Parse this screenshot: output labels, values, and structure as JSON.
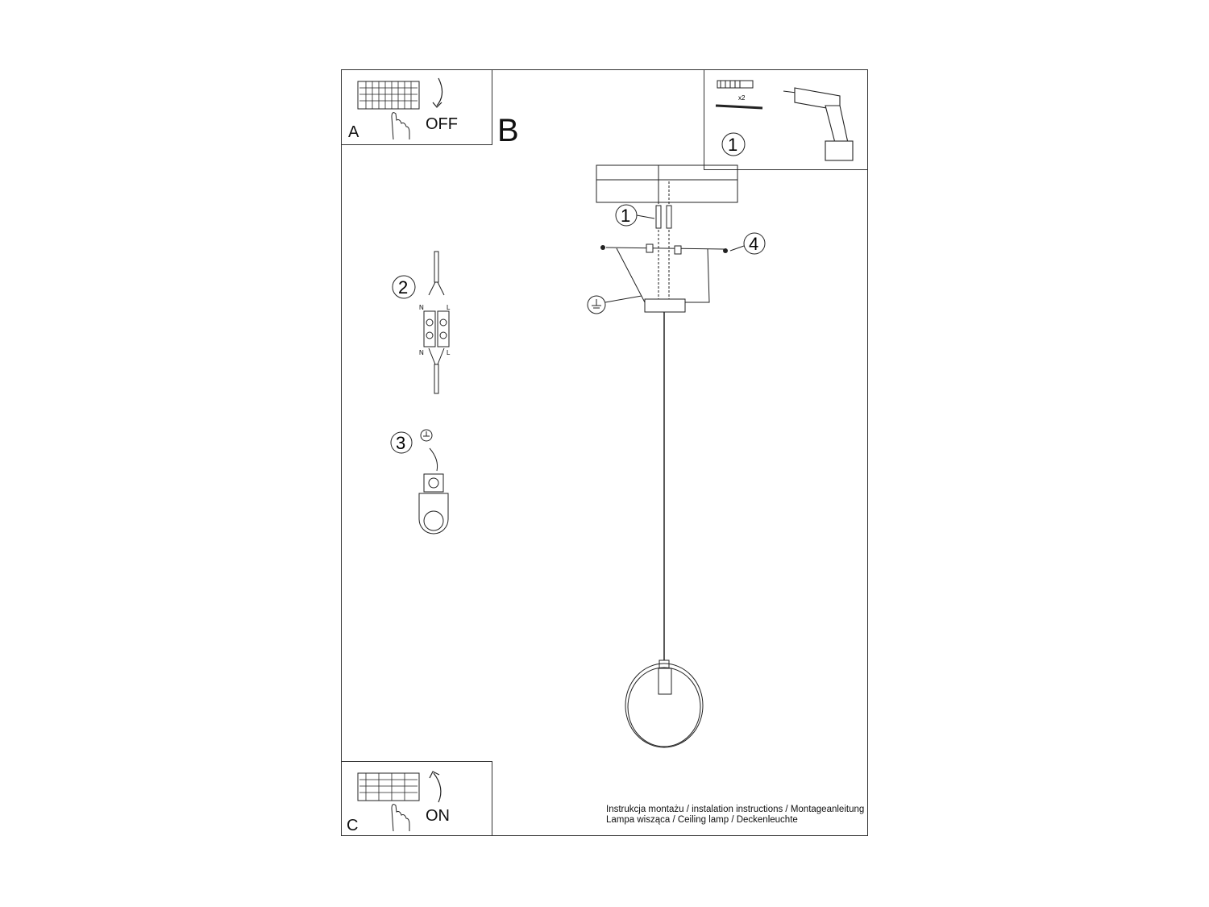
{
  "document": {
    "type": "installation instructions",
    "sections": {
      "a": {
        "letter": "A",
        "action": "OFF"
      },
      "b": {
        "letter": "B"
      },
      "c": {
        "letter": "C",
        "action": "ON"
      }
    },
    "tools_panel": {
      "quantity": "x2",
      "step_number": "1",
      "items": [
        "wall-plug-icon",
        "screw-icon",
        "drill-icon"
      ]
    },
    "steps": [
      {
        "number": "1",
        "label": "wall plugs and screws"
      },
      {
        "number": "2",
        "label": "connect wires",
        "terminal_labels": [
          "N",
          "L",
          "N",
          "L"
        ]
      },
      {
        "number": "3",
        "label": "ground connection"
      },
      {
        "number": "4",
        "label": "side screws"
      }
    ],
    "footer": {
      "line1": "Instrukcja montażu / instalation instructions / Montageanleitung",
      "line2": "Lampa wisząca / Ceiling lamp / Deckenleuchte"
    }
  }
}
